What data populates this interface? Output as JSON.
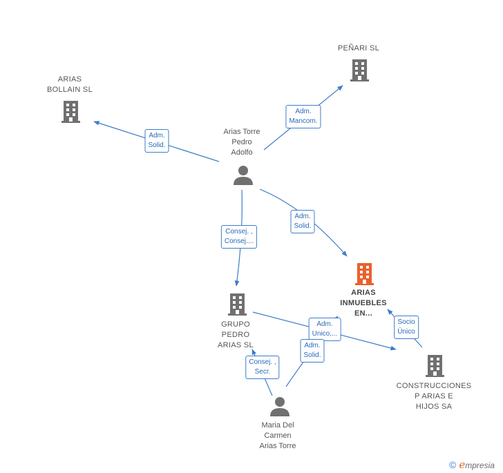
{
  "nodes": [
    {
      "id": "penari",
      "kind": "company",
      "label": "PEÑARI SL",
      "focus": false
    },
    {
      "id": "arias_bollain",
      "kind": "company",
      "label": "ARIAS\nBOLLAIN  SL",
      "focus": false
    },
    {
      "id": "pedro",
      "kind": "person",
      "label": "Arias Torre\nPedro\nAdolfo",
      "focus": false
    },
    {
      "id": "inmuebles",
      "kind": "company",
      "label": "ARIAS\nINMUEBLES\nEN...",
      "focus": true
    },
    {
      "id": "grupo",
      "kind": "company",
      "label": "GRUPO\nPEDRO\nARIAS SL",
      "focus": false
    },
    {
      "id": "construcciones",
      "kind": "company",
      "label": "CONSTRUCCIONES\nP ARIAS E\nHIJOS SA",
      "focus": false
    },
    {
      "id": "maria",
      "kind": "person",
      "label": "Maria Del\nCarmen\nArias Torre",
      "focus": false
    }
  ],
  "relations": [
    {
      "id": "r1",
      "label": "Adm.\nMancom."
    },
    {
      "id": "r2",
      "label": "Adm.\nSolid."
    },
    {
      "id": "r3",
      "label": "Adm.\nSolid."
    },
    {
      "id": "r4",
      "label": "Consej. ,\nConsej...."
    },
    {
      "id": "r5",
      "label": "Adm.\nUnico,..."
    },
    {
      "id": "r6",
      "label": "Socio\nÚnico"
    },
    {
      "id": "r7",
      "label": "Consej. ,\nSecr."
    },
    {
      "id": "r8",
      "label": "Adm.\nSolid."
    }
  ],
  "colors": {
    "edge": "#3d7cc9",
    "icon": "#707070",
    "focus": "#e8612c"
  },
  "brand": {
    "copyright": "©",
    "name_first": "e",
    "name_rest": "mpresia"
  }
}
